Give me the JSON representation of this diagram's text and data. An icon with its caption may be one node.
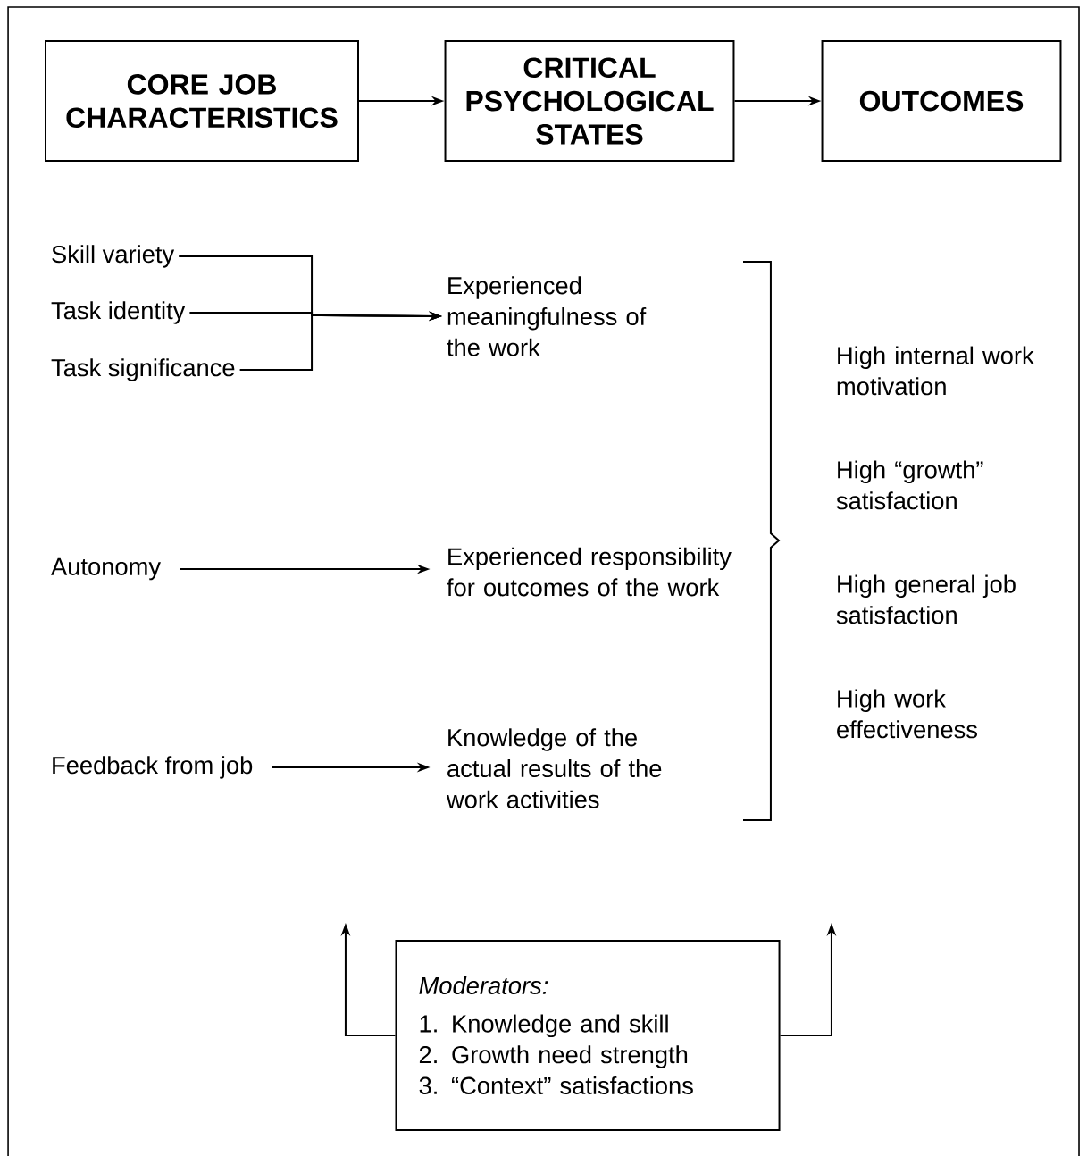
{
  "diagram": {
    "nodes": [
      {
        "text": [
          "CORE JOB CHARACTERISTICS"
        ]
      },
      {
        "text": [
          "CRITICAL PSYCHOLOGICAL STATES"
        ]
      },
      {
        "text": [
          "OUTCOMES"
        ]
      },
      {
        "text": [
          "Skill variety"
        ]
      },
      {
        "text": [
          "Task identity"
        ]
      },
      {
        "text": [
          "Task significance"
        ]
      },
      {
        "text": [
          "Experienced meaningfulness of the work"
        ]
      },
      {
        "text": [
          "Autonomy"
        ]
      },
      {
        "text": [
          "Experienced responsibility for outcomes of the work"
        ]
      },
      {
        "text": [
          "Feedback from job"
        ]
      },
      {
        "text": [
          "Knowledge of the actual results of the work activities"
        ]
      },
      {
        "text": [
          "High internal work motivation"
        ]
      },
      {
        "text": [
          "High “growth” satisfaction"
        ]
      },
      {
        "text": [
          "High general job satisfaction"
        ]
      },
      {
        "text": [
          "High work effectiveness"
        ]
      },
      {
        "text": [
          "Moderators:",
          "1. Knowledge and skill",
          "2. Growth need strength",
          "3. “Context” satisfactions"
        ]
      }
    ],
    "edges": [
      {
        "from": 0,
        "to": 1,
        "arrow": "to"
      },
      {
        "from": 1,
        "to": 2,
        "arrow": "to"
      },
      {
        "from": 3,
        "to": 6,
        "arrow": "to"
      },
      {
        "from": 4,
        "to": 6,
        "arrow": "to"
      },
      {
        "from": 5,
        "to": 6,
        "arrow": "to"
      },
      {
        "from": 7,
        "to": 8,
        "arrow": "to"
      },
      {
        "from": 9,
        "to": 10,
        "arrow": "to"
      },
      {
        "from": 15,
        "to": null,
        "arrow": "to"
      },
      {
        "from": 15,
        "to": null,
        "arrow": "to"
      }
    ]
  }
}
